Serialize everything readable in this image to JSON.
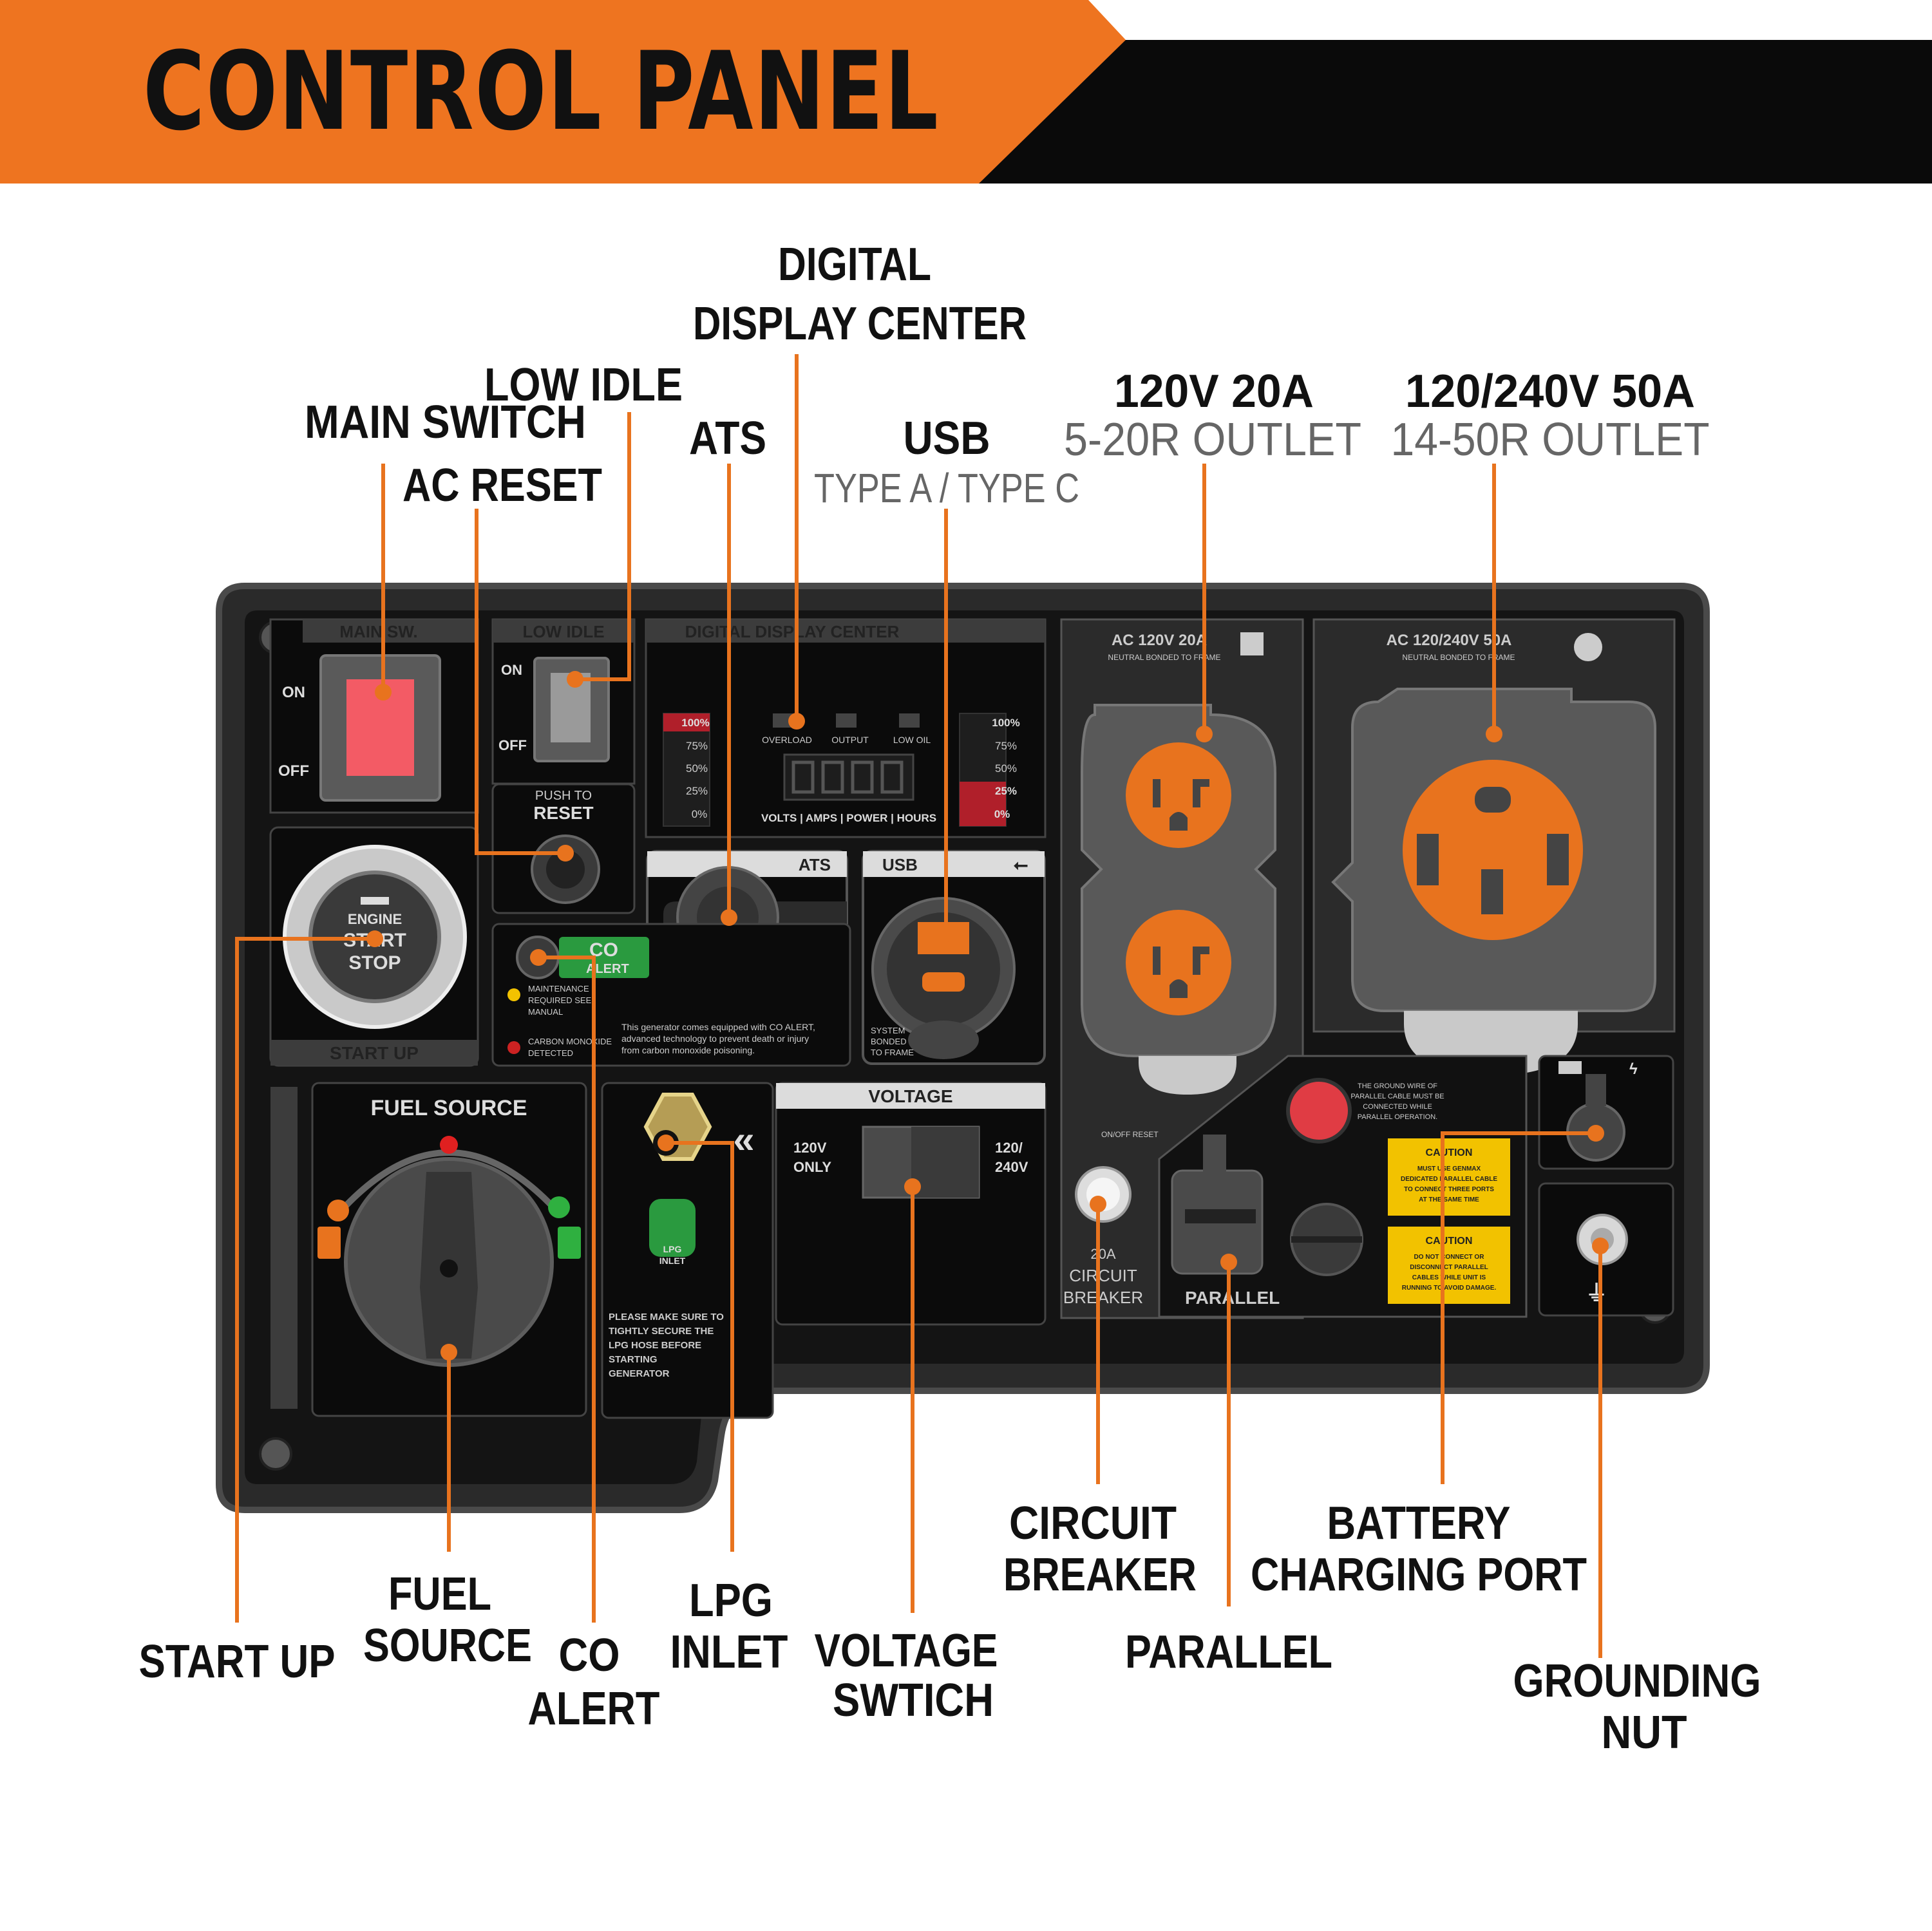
{
  "title": "CONTROL PANEL",
  "colors": {
    "accent": "#e8731e",
    "panel": "#1a1a1a",
    "bezel": "#3a3a3a",
    "module": "#0b0b0b",
    "outlet": "#e8731e"
  },
  "callouts": {
    "main_switch": "MAIN SWITCH",
    "ac_reset": "AC RESET",
    "low_idle": "LOW IDLE",
    "ats": "ATS",
    "digital_display_line1": "DIGITAL",
    "digital_display_line2": "DISPLAY CENTER",
    "usb": "USB",
    "usb_sub": "TYPE A / TYPE C",
    "outlet_20a": "120V 20A",
    "outlet_20a_sub": "5-20R OUTLET",
    "outlet_50a": "120/240V 50A",
    "outlet_50a_sub": "14-50R OUTLET",
    "start_up": "START UP",
    "fuel_source_line1": "FUEL",
    "fuel_source_line2": "SOURCE",
    "co_alert_line1": "CO",
    "co_alert_line2": "ALERT",
    "lpg_inlet_line1": "LPG",
    "lpg_inlet_line2": "INLET",
    "voltage_switch_line1": "VOLTAGE",
    "voltage_switch_line2": "SWTICH",
    "circuit_breaker_line1": "CIRCUIT",
    "circuit_breaker_line2": "BREAKER",
    "parallel": "PARALLEL",
    "battery_port_line1": "BATTERY",
    "battery_port_line2": "CHARGING PORT",
    "grounding_nut_line1": "GROUNDING",
    "grounding_nut_line2": "NUT"
  },
  "panel": {
    "main_sw": "MAIN SW.",
    "on": "ON",
    "off": "OFF",
    "low_idle": "LOW IDLE",
    "push_to": "PUSH TO",
    "reset": "RESET",
    "display_center": "DIGITAL DISPLAY CENTER",
    "gauge_levels": [
      "100%",
      "75%",
      "50%",
      "25%",
      "0%"
    ],
    "indicators": [
      "OVERLOAD",
      "OUTPUT",
      "LOW OIL"
    ],
    "display_modes": "VOLTS | AMPS | POWER | HOURS",
    "ats": "ATS",
    "usb": "USB",
    "system_bonded": [
      "SYSTEM",
      "BONDED",
      "TO FRAME"
    ],
    "engine": "ENGINE",
    "start": "START",
    "stop": "STOP",
    "start_up": "START UP",
    "co": "CO",
    "alert": "ALERT",
    "maintenance": [
      "MAINTENANCE",
      "REQUIRED SEE",
      "MANUAL"
    ],
    "carbon": [
      "CARBON MONOXIDE",
      "DETECTED"
    ],
    "co_note": [
      "This generator comes equipped with CO ALERT,",
      "advanced technology to prevent death or injury",
      "from carbon monoxide poisoning."
    ],
    "fuel_source": "FUEL SOURCE",
    "lpg": "LPG",
    "inlet": "INLET",
    "lpg_note": [
      "PLEASE MAKE SURE TO",
      "TIGHTLY SECURE THE",
      "LPG HOSE BEFORE",
      "STARTING",
      "GENERATOR"
    ],
    "voltage": "VOLTAGE",
    "v120_only": [
      "120V",
      "ONLY"
    ],
    "v120_240": [
      "120/",
      "240V"
    ],
    "ac_120_20": "AC 120V 20A",
    "ac_120_240_50": "AC 120/240V 50A",
    "neutral_bonded": "NEUTRAL BONDED TO FRAME",
    "breaker_rating": "20A",
    "circuit": "CIRCUIT",
    "breaker": "BREAKER",
    "parallel": "PARALLEL",
    "caution": "CAUTION",
    "caution1": [
      "MUST USE GENMAX",
      "DEDICATED PARALLEL CABLE",
      "TO CONNECT THREE PORTS",
      "AT THE SAME TIME"
    ],
    "caution2": [
      "DO NOT CONNECT OR",
      "DISCONNECT PARALLEL",
      "CABLES WHILE UNIT IS",
      "RUNNING TO AVOID DAMAGE."
    ],
    "ground_note": [
      "THE GROUND WIRE OF",
      "PARALLEL CABLE MUST BE",
      "CONNECTED WHILE",
      "PARALLEL OPERATION."
    ],
    "on_off_reset": "ON/OFF RESET"
  }
}
